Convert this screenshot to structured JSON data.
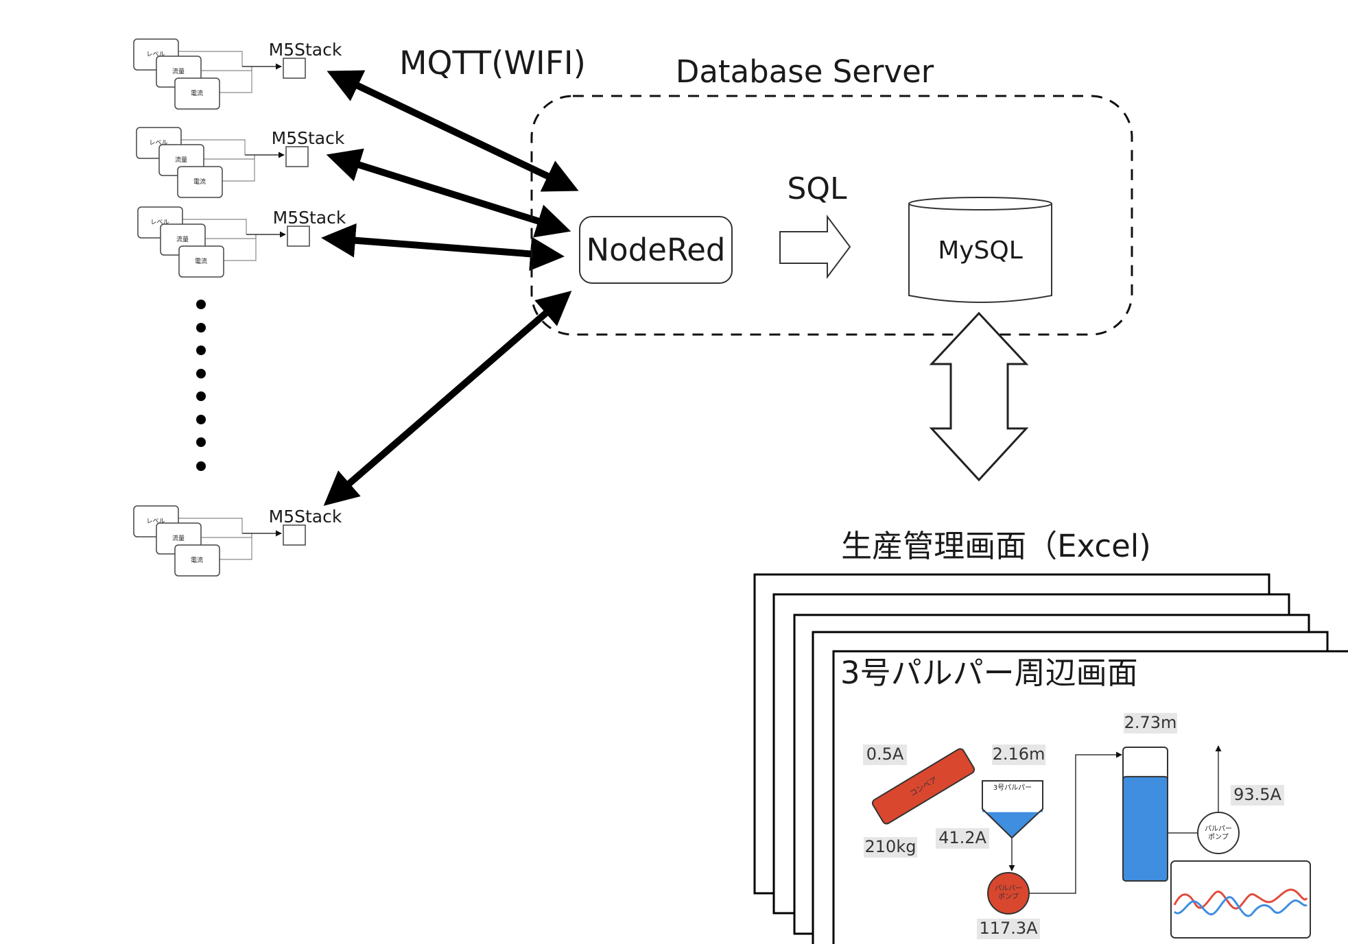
{
  "labels": {
    "mqtt": "MQTT(WIFI)",
    "database_server": "Database Server",
    "sql": "SQL",
    "nodered": "NodeRed",
    "mysql": "MySQL",
    "excel_caption": "生産管理画面（Excel)",
    "screen_title": "3号パルパー周辺画面"
  },
  "device_groups": [
    {
      "device_label": "M5Stack",
      "sensors": [
        "レベル",
        "流量",
        "電流"
      ]
    },
    {
      "device_label": "M5Stack",
      "sensors": [
        "レベル",
        "流量",
        "電流"
      ]
    },
    {
      "device_label": "M5Stack",
      "sensors": [
        "レベル",
        "流量",
        "電流"
      ]
    },
    {
      "device_label": "M5Stack",
      "sensors": [
        "レベル",
        "流量",
        "電流"
      ]
    }
  ],
  "screen": {
    "conveyor_label": "コンベア",
    "pulper_label": "3号パルパー",
    "pump_red_label": [
      "パルパー",
      "ポンプ"
    ],
    "pump_white_label": [
      "パルパー",
      "ポンプ"
    ],
    "readings": {
      "conveyor_current": "0.5A",
      "conveyor_weight": "210kg",
      "pulper_level": "2.16m",
      "pulper_current": "41.2A",
      "pump_current": "117.3A",
      "tank_level": "2.73m",
      "pump2_current": "93.5A"
    },
    "levels": {
      "pulper_fill_fraction": 0.45,
      "tank_fill_fraction": 0.78
    },
    "colors": {
      "red": "#d9472f",
      "blue": "#3f8ee0"
    }
  }
}
